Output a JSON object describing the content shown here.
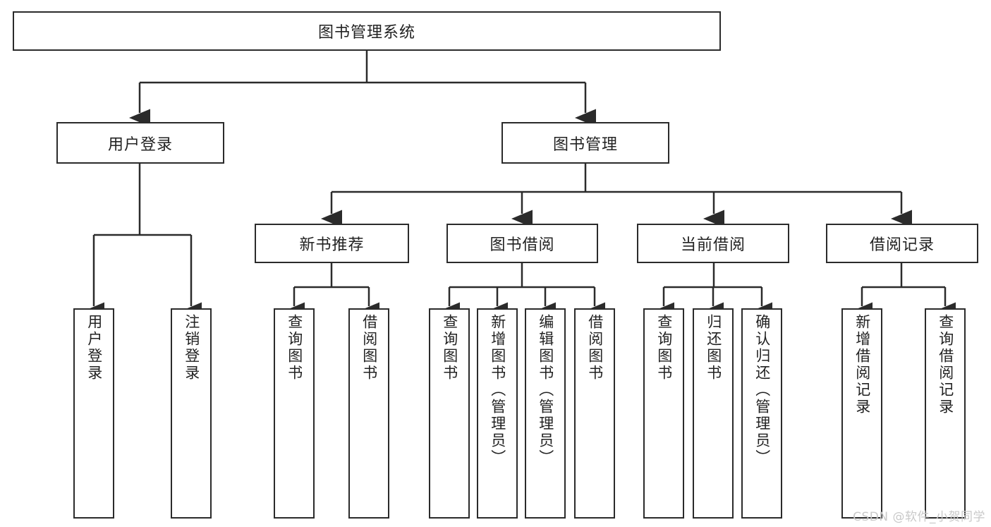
{
  "diagram": {
    "type": "tree",
    "title": "图书管理系统",
    "root": {
      "id": "root",
      "label": "图书管理系统",
      "orientation": "horizontal"
    },
    "level2": [
      {
        "id": "user-login",
        "label": "用户登录",
        "orientation": "horizontal"
      },
      {
        "id": "book-manage",
        "label": "图书管理",
        "orientation": "horizontal"
      }
    ],
    "level3": [
      {
        "id": "new-book-recommend",
        "label": "新书推荐",
        "orientation": "horizontal",
        "parent": "book-manage"
      },
      {
        "id": "book-borrow",
        "label": "图书借阅",
        "orientation": "horizontal",
        "parent": "book-manage"
      },
      {
        "id": "current-borrow",
        "label": "当前借阅",
        "orientation": "horizontal",
        "parent": "book-manage"
      },
      {
        "id": "borrow-record",
        "label": "借阅记录",
        "orientation": "horizontal",
        "parent": "book-manage"
      }
    ],
    "leaves": [
      {
        "id": "leaf-user-login",
        "label": "用户登录",
        "parent": "user-login"
      },
      {
        "id": "leaf-user-logout",
        "label": "注销登录",
        "parent": "user-login"
      },
      {
        "id": "leaf-query-book-1",
        "label": "查询图书",
        "parent": "new-book-recommend"
      },
      {
        "id": "leaf-borrow-book-1",
        "label": "借阅图书",
        "parent": "new-book-recommend"
      },
      {
        "id": "leaf-query-book-2",
        "label": "查询图书",
        "parent": "book-borrow"
      },
      {
        "id": "leaf-add-book",
        "label": "新增图书（管理员）",
        "parent": "book-borrow"
      },
      {
        "id": "leaf-edit-book",
        "label": "编辑图书（管理员）",
        "parent": "book-borrow"
      },
      {
        "id": "leaf-borrow-book-2",
        "label": "借阅图书",
        "parent": "book-borrow"
      },
      {
        "id": "leaf-query-book-3",
        "label": "查询图书",
        "parent": "current-borrow"
      },
      {
        "id": "leaf-return-book",
        "label": "归还图书",
        "parent": "current-borrow"
      },
      {
        "id": "leaf-confirm-return",
        "label": "确认归还（管理员）",
        "parent": "current-borrow"
      },
      {
        "id": "leaf-add-record",
        "label": "新增借阅记录",
        "parent": "borrow-record"
      },
      {
        "id": "leaf-query-record",
        "label": "查询借阅记录",
        "parent": "borrow-record"
      }
    ],
    "colors": {
      "stroke": "#2b2b2b",
      "fill": "#ffffff",
      "text": "#222222",
      "watermark": "#c9c9c9"
    }
  },
  "watermark": {
    "text": "CSDN @软件_小贺同学"
  }
}
